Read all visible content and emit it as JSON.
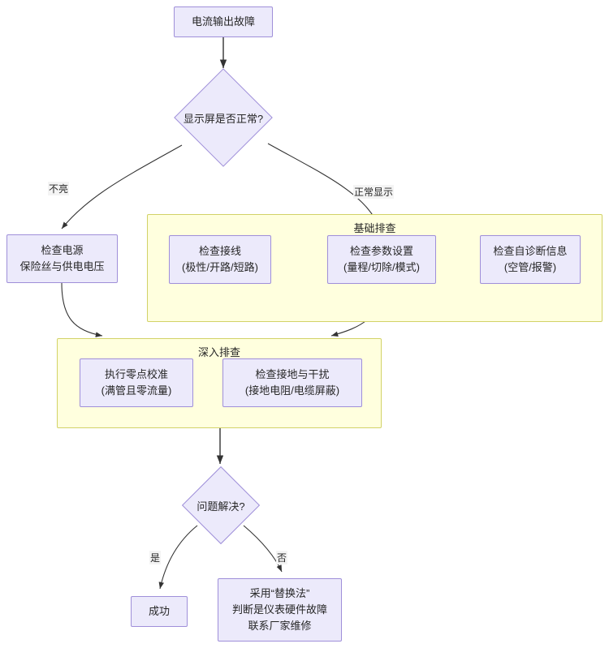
{
  "diagram": {
    "type": "flowchart",
    "title_node": "电流输出故障",
    "nodes": {
      "start": {
        "label": "电流输出故障",
        "shape": "rect"
      },
      "display_check": {
        "label": "显示屏是否正常?",
        "shape": "diamond"
      },
      "power_check": {
        "line1": "检查电源",
        "line2": "保险丝与供电电压",
        "shape": "rect"
      },
      "wiring_check": {
        "line1": "检查接线",
        "line2": "(极性/开路/短路)",
        "shape": "rect"
      },
      "param_check": {
        "line1": "检查参数设置",
        "line2": "(量程/切除/模式)",
        "shape": "rect"
      },
      "selfdiag_check": {
        "line1": "检查自诊断信息",
        "line2": "(空管/报警)",
        "shape": "rect"
      },
      "zero_cal": {
        "line1": "执行零点校准",
        "line2": "(满管且零流量)",
        "shape": "rect"
      },
      "ground_check": {
        "line1": "检查接地与干扰",
        "line2": "(接地电阻/电缆屏蔽)",
        "shape": "rect"
      },
      "resolved": {
        "label": "问题解决?",
        "shape": "diamond"
      },
      "success": {
        "label": "成功",
        "shape": "rect"
      },
      "replace": {
        "line1": "采用“替换法”",
        "line2": "判断是仪表硬件故障",
        "line3": "联系厂家维修",
        "shape": "rect"
      }
    },
    "subgraphs": [
      {
        "id": "basic",
        "title": "基础排查"
      },
      {
        "id": "deep",
        "title": "深入排查"
      }
    ],
    "edge_labels": {
      "not_lit": "不亮",
      "normal_display": "正常显示",
      "yes": "是",
      "no": "否"
    },
    "colors": {
      "node_fill": "#ECEAFB",
      "node_stroke": "#9F8FD9",
      "subgraph_fill": "#FFFFDE",
      "subgraph_stroke": "#D2D267",
      "edge_stroke": "#333333",
      "text": "#262626",
      "background": "#FFFFFF"
    }
  }
}
